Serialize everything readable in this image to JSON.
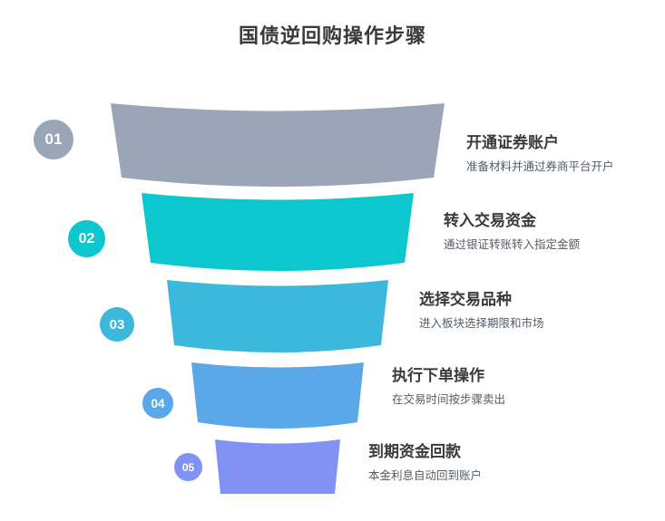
{
  "title": "国债逆回购操作步骤",
  "colors": {
    "background": "#ffffff",
    "title_text": "#3a3a3a",
    "label_title_text": "#3a3a3a",
    "label_desc_text": "#555c63"
  },
  "chart_data": {
    "type": "funnel",
    "title": "国债逆回购操作步骤",
    "orientation": "vertical",
    "stage_count": 5,
    "stages": [
      {
        "number": "01",
        "title": "开通证券账户",
        "description": "准备材料并通过券商平台开户",
        "color": "#9aa6b8",
        "width_top": 368,
        "width_bottom": 310
      },
      {
        "number": "02",
        "title": "转入交易资金",
        "description": "通过银证转账转入指定金额",
        "color": "#0cc8ce",
        "width_top": 300,
        "width_bottom": 252
      },
      {
        "number": "03",
        "title": "选择交易品种",
        "description": "进入板块选择期限和市场",
        "color": "#3cb8dd",
        "width_top": 244,
        "width_bottom": 198
      },
      {
        "number": "04",
        "title": "执行下单操作",
        "description": "在交易时间按步骤卖出",
        "color": "#5aa8e8",
        "width_top": 190,
        "width_bottom": 146
      },
      {
        "number": "05",
        "title": "到期资金回款",
        "description": "本金利息自动回到账户",
        "color": "#8093f5",
        "width_top": 138,
        "width_bottom": 110
      }
    ]
  }
}
